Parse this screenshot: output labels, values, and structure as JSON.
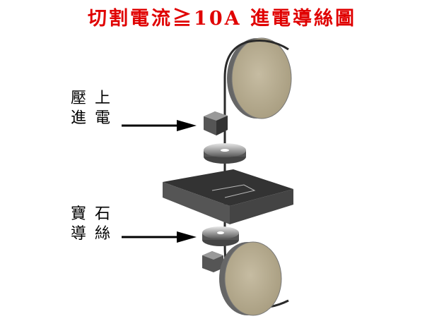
{
  "title": "切割電流≧10A 進電導絲圖",
  "labels": {
    "upper": {
      "row1": "壓上",
      "row2": "進電"
    },
    "lower": {
      "row1": "寶石",
      "row2": "導絲"
    }
  },
  "colors": {
    "title": "#e00000",
    "wheel": "#b5aa8e",
    "block": "#3a3a3a"
  }
}
